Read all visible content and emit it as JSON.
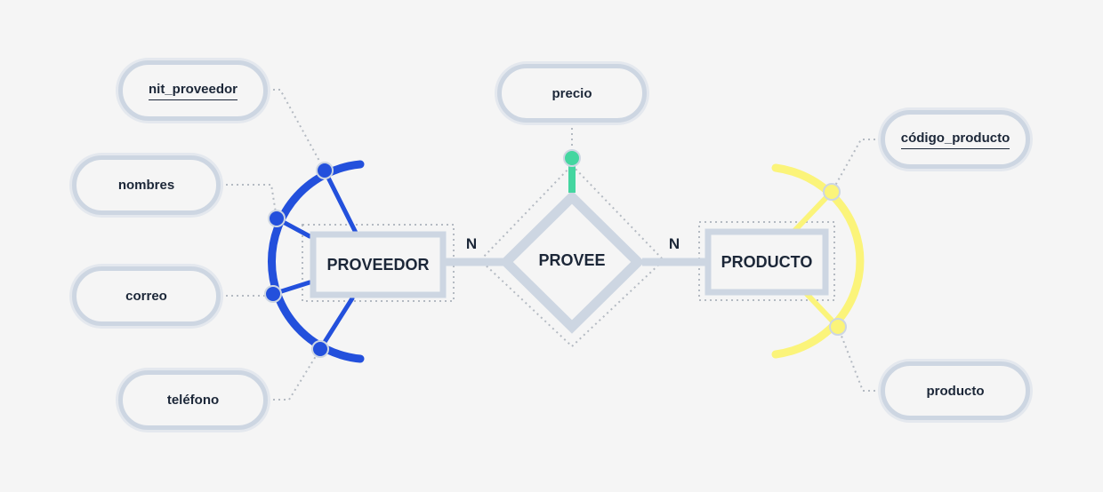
{
  "entities": {
    "left": "PROVEEDOR",
    "right": "PRODUCTO"
  },
  "relationship": {
    "label": "PROVEE",
    "attribute": "precio"
  },
  "cardinality": {
    "left": "N",
    "right": "N"
  },
  "attributes": {
    "proveedor": [
      {
        "label": "nit_proveedor",
        "key": true
      },
      {
        "label": "nombres",
        "key": false
      },
      {
        "label": "correo",
        "key": false
      },
      {
        "label": "teléfono",
        "key": false
      }
    ],
    "producto": [
      {
        "label": "código_producto",
        "key": true
      },
      {
        "label": "producto",
        "key": false
      }
    ]
  },
  "colors": {
    "background": "#f5f5f5",
    "shape_stroke": "#cdd6e2",
    "text": "#1c2738",
    "proveedor_accent": "#2350dc",
    "producto_accent": "#fbf47a",
    "relationship_accent": "#44d6a0",
    "dotted_line": "#b4bac2"
  }
}
